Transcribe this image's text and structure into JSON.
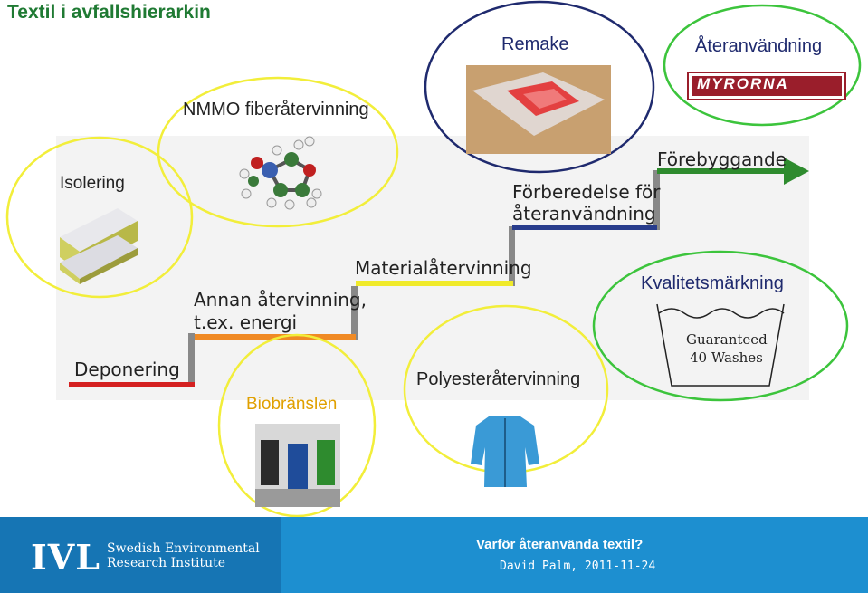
{
  "title": "Textil i avfallshierarkin",
  "steps": {
    "deponering": "Deponering",
    "annan_line1": "Annan återvinning,",
    "annan_line2": "t.ex. energi",
    "material": "Materialåtervinning",
    "forberedelse_line1": "Förberedelse för",
    "forberedelse_line2": "återanvändning",
    "forebyggande": "Förebyggande"
  },
  "bubbles": {
    "isolering": "Isolering",
    "nmmo": "NMMO fiberåtervinning",
    "remake": "Remake",
    "ateranvandning": "Återanvändning",
    "myrorna": "MYRORNA",
    "biobranslen": "Biobränslen",
    "polyester": "Polyesteråtervinning",
    "kvalitet": "Kvalitetsmärkning",
    "guaranteed_line1": "Guaranteed",
    "guaranteed_line2": "40 Washes"
  },
  "colors": {
    "deponering": "#d42020",
    "annan": "#f08a24",
    "material": "#f0ea2a",
    "forberedelse": "#283c8c",
    "forebyggande": "#2e8b2e",
    "bubble_yellow": "#f2ee3a",
    "bubble_green": "#3cc43c",
    "bubble_navy": "#1f2a6e",
    "footer": "#1d8fd0"
  },
  "footer": {
    "logo": "IVL",
    "institute_line1": "Swedish Environmental",
    "institute_line2": "Research Institute",
    "talk_title": "Varför återanvända textil?",
    "talk_sub": "David Palm, 2011-11-24"
  }
}
